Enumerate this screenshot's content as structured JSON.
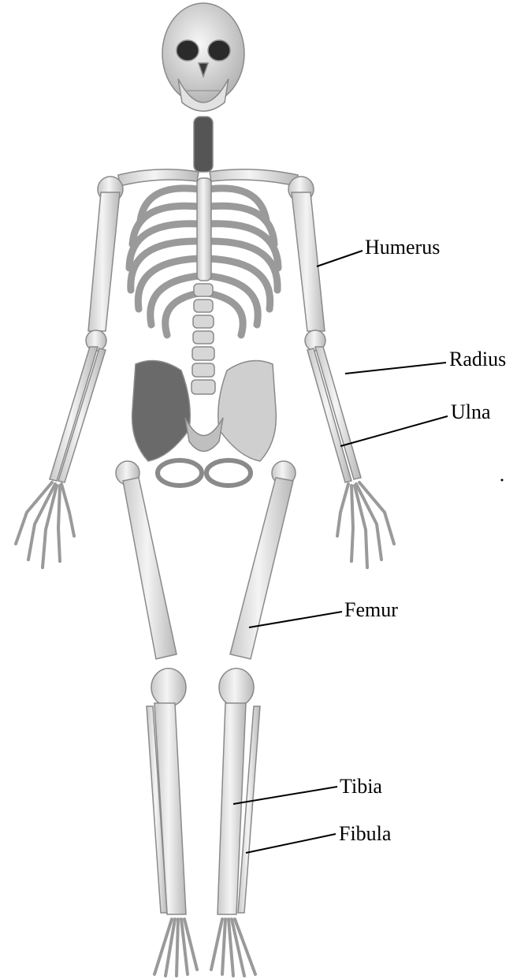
{
  "labels": {
    "humerus": "Humerus",
    "radius": "Radius",
    "ulna": "Ulna",
    "femur": "Femur",
    "tibia": "Tibia",
    "fibula": "Fibula"
  },
  "colors": {
    "bone": "#ececec",
    "bone_shade": "#bdbdbd",
    "bone_outline": "#8a8a8a",
    "dark": "#2a2a2a",
    "leader": "#000000"
  }
}
